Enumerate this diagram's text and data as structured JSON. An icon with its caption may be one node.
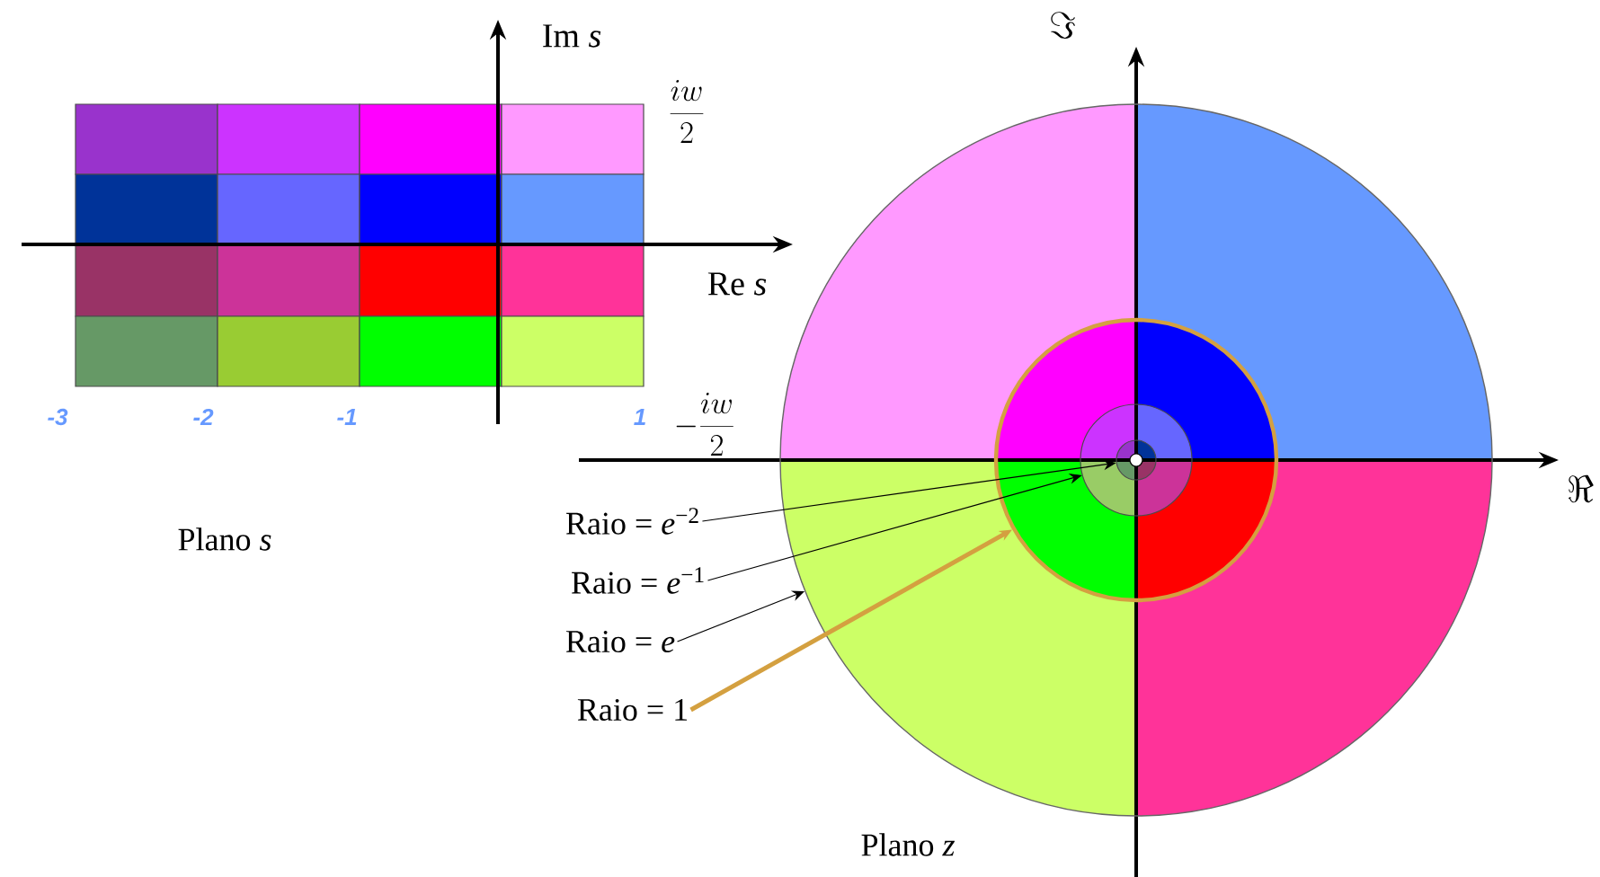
{
  "diagram": {
    "nodes": [
      {
        "text": [],
        "shape": "circle"
      },
      {
        "text": [],
        "shape": "circle",
        "in": 0
      },
      {
        "text": [],
        "shape": "circle",
        "in": 1
      },
      {
        "text": [],
        "shape": "circle",
        "in": 2
      },
      {
        "text": [
          "Raio = *e*$^{−2}$"
        ]
      },
      {
        "text": [
          "Raio = *e*$^{−1}$"
        ]
      },
      {
        "text": [
          "Raio = *e*"
        ]
      },
      {
        "text": [
          "Raio = 1"
        ]
      }
    ],
    "edges": [
      {
        "from": 4,
        "to": 3,
        "arrow": "to"
      },
      {
        "from": 5,
        "to": 2,
        "arrow": "to"
      },
      {
        "from": 6,
        "to": 0,
        "arrow": "to"
      },
      {
        "from": 7,
        "to": 1,
        "arrow": "to",
        "style": "thick",
        "color": "#d4a040"
      }
    ],
    "labels": [
      "Im *s*",
      "\\frac{iw}{2}",
      "Re *s*",
      "-\\frac{iw}{2}",
      "-3",
      "-2",
      "-1",
      "1",
      "Plano *s*",
      "\\Im",
      "\\Re",
      "Plano *z*"
    ]
  }
}
